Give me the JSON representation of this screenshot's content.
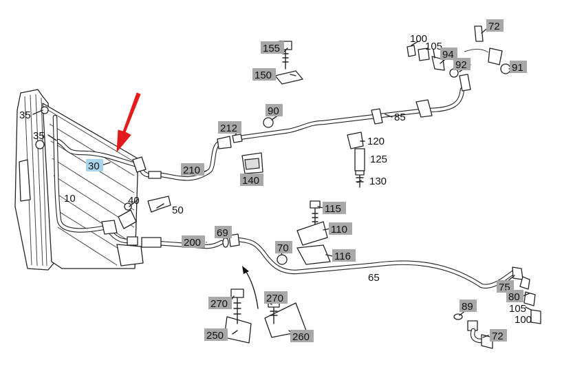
{
  "colors": {
    "label_bg": "#a8a8a8",
    "label_bg_highlight": "#a9d4ec",
    "arrow_red": "#e31b1b"
  },
  "labels": {
    "l35a": "35",
    "l35b": "35",
    "l30": "30",
    "l10": "10",
    "l40": "40",
    "l50": "50",
    "l210": "210",
    "l212": "212",
    "l140": "140",
    "l90": "90",
    "l155": "155",
    "l150": "150",
    "l85": "85",
    "l120": "120",
    "l125": "125",
    "l130": "130",
    "l100a": "100",
    "l105a": "105",
    "l94": "94",
    "l92": "92",
    "l72a": "72",
    "l91": "91",
    "l115": "115",
    "l110": "110",
    "l116": "116",
    "l70": "70",
    "l69": "69",
    "l200": "200",
    "l65": "65",
    "l75": "75",
    "l80": "80",
    "l105b": "105",
    "l100b": "100",
    "l89": "89",
    "l72b": "72",
    "l270a": "270",
    "l270b": "270",
    "l250": "250",
    "l260": "260"
  }
}
